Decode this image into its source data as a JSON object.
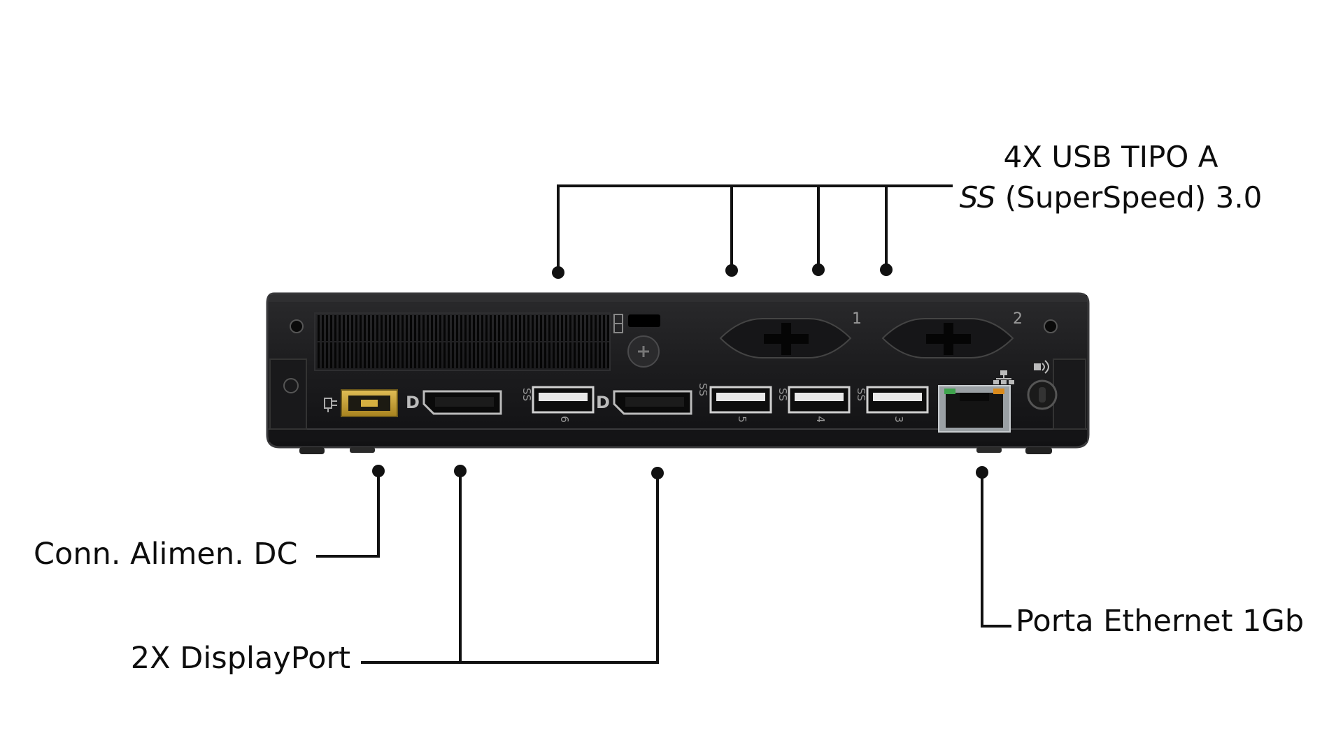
{
  "callouts": {
    "usb": {
      "line1": "4X USB TIPO A",
      "line2_italic": "SS",
      "line2_rest": " (SuperSpeed) 3.0"
    },
    "dc_power": "Conn. Alimen. DC",
    "displayport": "2X DisplayPort",
    "ethernet": "Porta Ethernet 1Gb"
  },
  "device": {
    "expansion_slot_numbers": [
      "1",
      "2"
    ],
    "usb_port_numbers": [
      "6",
      "5",
      "4",
      "3"
    ],
    "port_prefix": "SS",
    "displayport_mark": "D"
  },
  "colors": {
    "chassis": "#1c1c1e",
    "chassis_edge": "#3a3a3c",
    "port_metal": "#d9d9d9",
    "dc_jack": "#c9a23a",
    "ethernet_led_green": "#3fa34d",
    "ethernet_led_amber": "#d98a1c",
    "leader_lines": "#111111"
  }
}
